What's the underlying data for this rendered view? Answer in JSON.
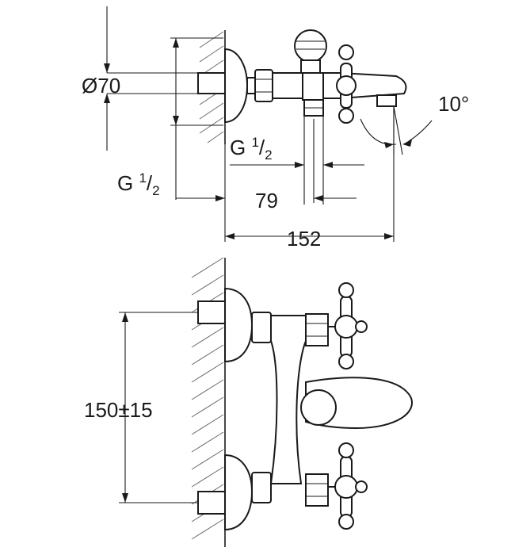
{
  "dimensions": {
    "diameter": {
      "symbol": "Ø",
      "value": "70"
    },
    "thread_top": {
      "prefix": "G ",
      "num": "1",
      "slash": "/",
      "den": "2"
    },
    "thread_left": {
      "prefix": "G ",
      "num": "1",
      "slash": "/",
      "den": "2"
    },
    "depth_79": "79",
    "depth_152": "152",
    "angle": "10°",
    "centers": "150±15"
  }
}
